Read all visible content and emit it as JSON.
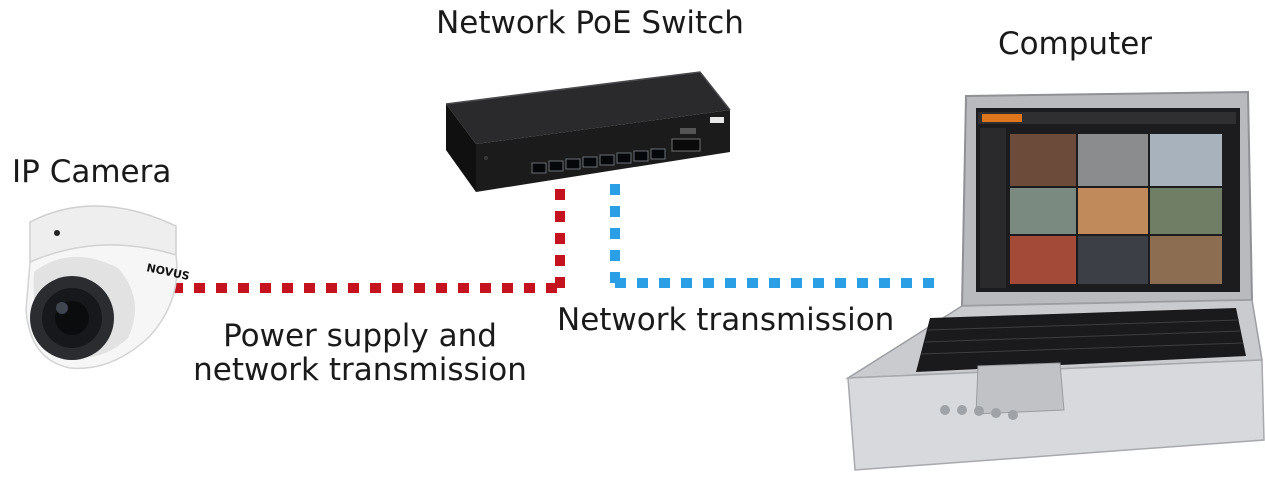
{
  "labels": {
    "switch": "Network PoE Switch",
    "computer": "Computer",
    "camera": "IP Camera",
    "poe_line_1": "Power supply and",
    "poe_line_2": "network transmission",
    "network": "Network transmission"
  },
  "camera_brand": "NOVUS",
  "colors": {
    "poe_link": "#c4121f",
    "network_link": "#2a9fe6",
    "text": "#1a1a1a"
  },
  "icons": [
    "dome-camera-icon",
    "poe-switch-icon",
    "laptop-icon"
  ]
}
